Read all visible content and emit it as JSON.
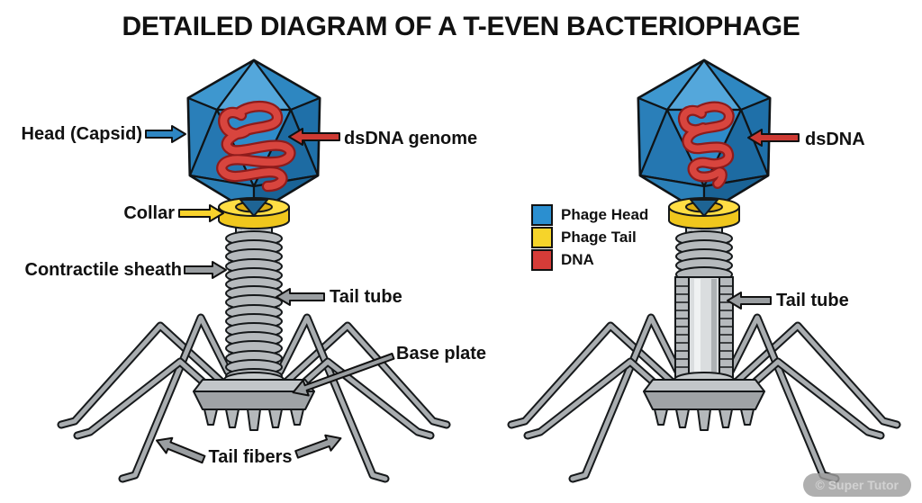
{
  "title": "DETAILED DIAGRAM OF A T-EVEN BACTERIOPHAGE",
  "left_diagram": {
    "labels": {
      "head": "Head (Capsid)",
      "dsdna": "dsDNA genome",
      "collar": "Collar",
      "sheath": "Contractile sheath",
      "tail_tube": "Tail tube",
      "base_plate": "Base plate",
      "tail_fibers": "Tail fibers"
    }
  },
  "right_diagram": {
    "labels": {
      "dsdna": "dsDNA",
      "tail_tube": "Tail tube"
    }
  },
  "legend": {
    "items": [
      {
        "label": "Phage Head",
        "color": "#2B8FD0"
      },
      {
        "label": "Phage Tail",
        "color": "#F6D42A"
      },
      {
        "label": "DNA",
        "color": "#D63C38"
      }
    ]
  },
  "colors": {
    "head_blue": "#2E8BC9",
    "collar_yellow": "#F9D22C",
    "dna_red": "#D8453E",
    "structure_gray": "#B6BABD",
    "arrow_gray": "#9A9EA1",
    "outline": "#111111"
  },
  "watermark": {
    "text": "© Super Tutor"
  }
}
